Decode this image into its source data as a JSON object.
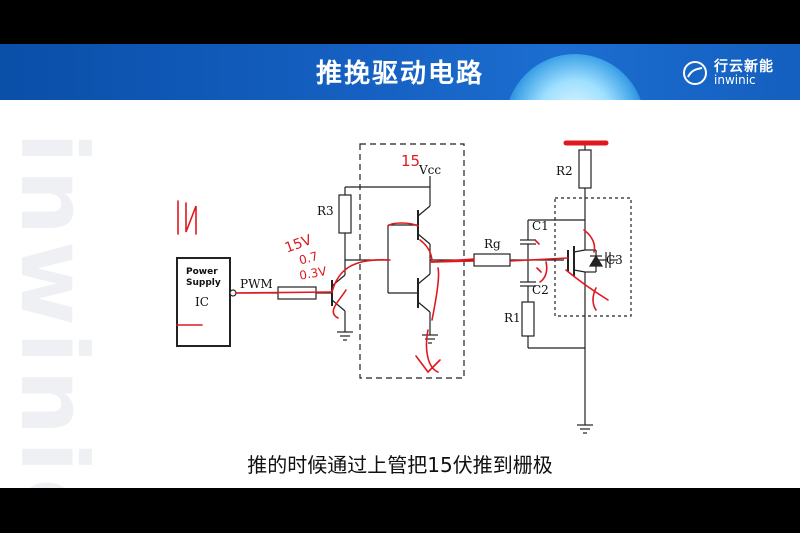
{
  "header": {
    "title": "推挽驱动电路"
  },
  "logo": {
    "name_cn": "行云新能",
    "name_en": "inwinic"
  },
  "watermark": "inwinic",
  "subtitle": "推的时候通过上管把15伏推到栅极",
  "diagram": {
    "labels": {
      "ps_line1": "Power",
      "ps_line2": "Supply",
      "ic": "IC",
      "pwm": "PWM",
      "r3": "R3",
      "vcc": "Vcc",
      "rg": "Rg",
      "r2": "R2",
      "c1": "C1",
      "c2": "C2",
      "c3": "C3",
      "r1": "R1"
    },
    "handwritten": {
      "h1": "15",
      "h2": "15V",
      "h3": "0.7",
      "h4": "0.3V"
    }
  },
  "colors": {
    "header_blue": "#1560c2",
    "ink_red": "#e0191f",
    "circuit": "#222222"
  }
}
